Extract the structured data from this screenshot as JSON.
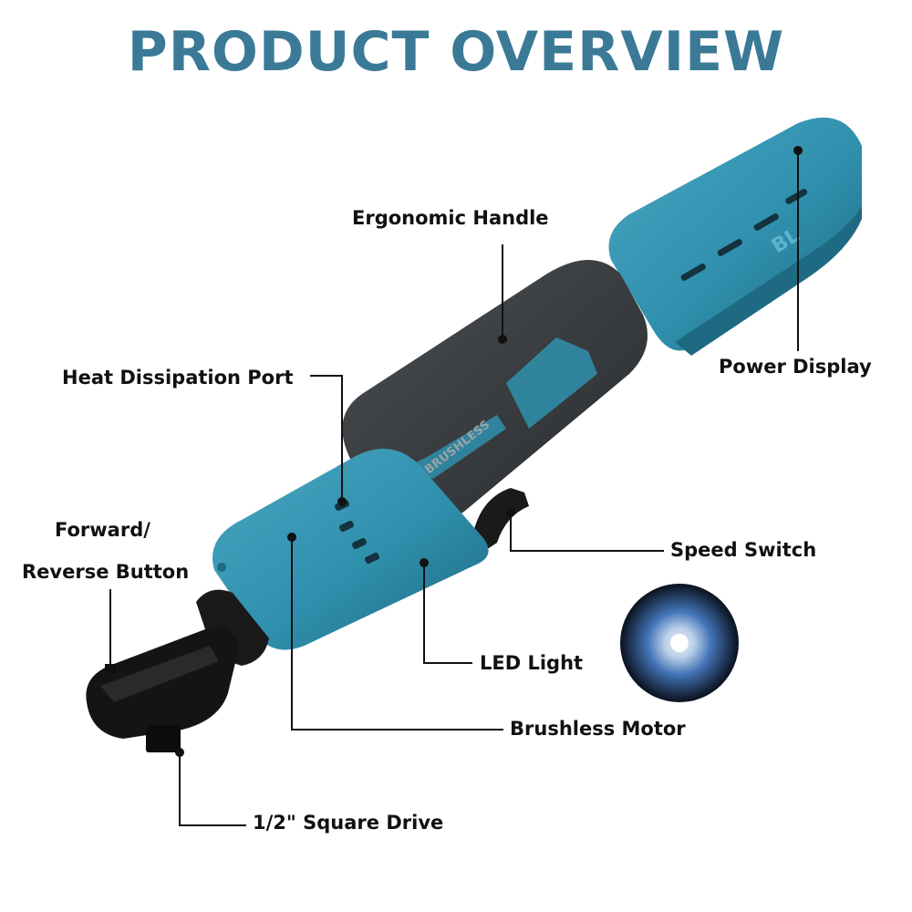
{
  "title": "PRODUCT OVERVIEW",
  "colors": {
    "title": "#3a7a96",
    "body_blue": "#2f90ad",
    "body_blue_dark": "#22718a",
    "grip_dark": "#3a3d40",
    "head_black": "#141414",
    "callout": "#111111"
  },
  "callouts": {
    "ergonomic_handle": "Ergonomic Handle",
    "power_display": "Power Display",
    "heat_dissipation_port": "Heat Dissipation Port",
    "forward_line1": "Forward/",
    "forward_line2": "Reverse Button",
    "speed_switch": "Speed Switch",
    "led_light": "LED Light",
    "brushless_motor": "Brushless Motor",
    "square_drive": "1/2\" Square Drive"
  },
  "body_text": {
    "brushless": "BRUSHLESS",
    "battery_mark": "BL"
  }
}
